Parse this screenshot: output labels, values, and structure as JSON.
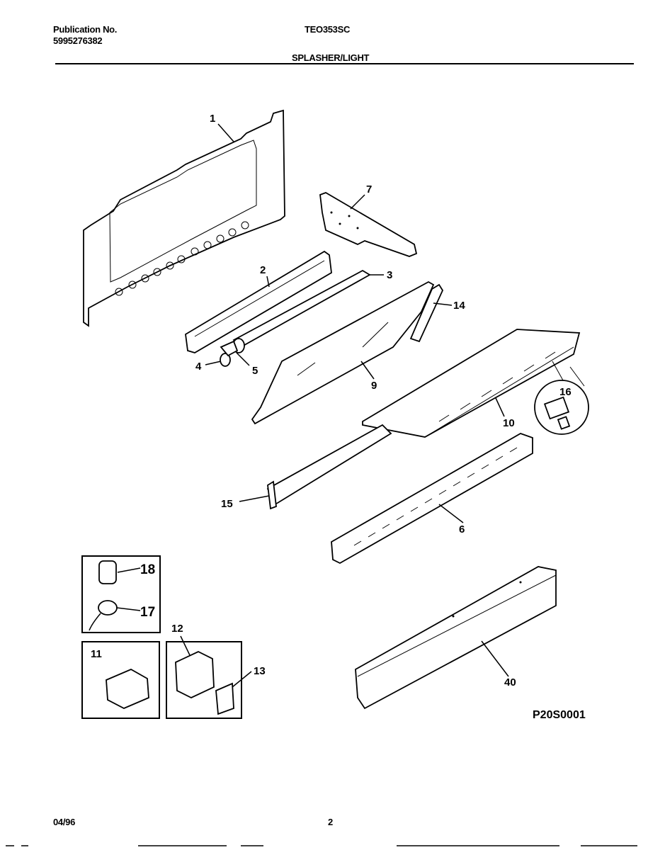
{
  "header": {
    "publication_label": "Publication No.",
    "publication_number": "5995276382",
    "model": "TEO353SC",
    "section_title": "SPLASHER/LIGHT"
  },
  "diagram": {
    "callouts": {
      "c1": "1",
      "c2": "2",
      "c3": "3",
      "c4": "4",
      "c5": "5",
      "c6": "6",
      "c7": "7",
      "c9": "9",
      "c10": "10",
      "c11": "11",
      "c12": "12",
      "c13": "13",
      "c14": "14",
      "c15": "15",
      "c16": "16",
      "c17": "17",
      "c18": "18",
      "c40": "40"
    },
    "figure_code": "P20S0001"
  },
  "footer": {
    "date": "04/96",
    "page_number": "2"
  }
}
